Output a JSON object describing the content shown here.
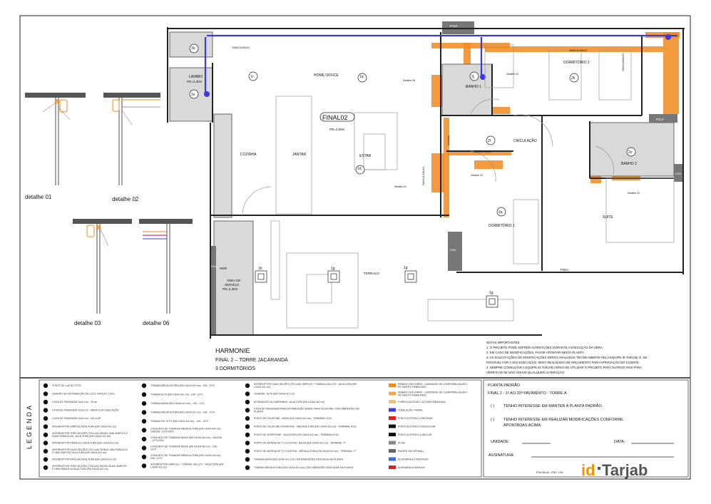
{
  "plan": {
    "rooms": {
      "lavabo": "LAVABO",
      "lavabo_pd": "PD=2,30m",
      "home_office": "HOME OFFICE",
      "cozinha": "COZINHA",
      "jantar": "JANTAR",
      "estar": "ESTAR",
      "final": "FINAL02",
      "final_pd": "PD=2,63m",
      "banho1": "BANHO 1",
      "banho2": "BANHO 2",
      "dorm2": "DORMITÓRIO 2",
      "dorm1": "DORMITÓRIO 1",
      "circulacao": "CIRCULAÇÃO",
      "suite": "SUÍTE",
      "msr": "MSR",
      "area_servico_1": "ÁREA DE",
      "area_servico_2": "SERVIÇO",
      "area_servico_pd": "PD=2,30m",
      "terraco": "TERRAÇO"
    },
    "sancas": {
      "s1": "SANCA25x20",
      "s2": "SANCA 50x20",
      "s3": "SANCA 10x10",
      "s4": "SANCA 10x10",
      "s5": "SANCA",
      "s6": "SANCA50x20"
    },
    "walls": {
      "p15a": "P15A",
      "p21a": "P21A",
      "p29a": "P29A",
      "p30a": "P30A",
      "p28a": "P28A",
      "p31a": "P31A"
    },
    "tags": {
      "t1b": "1b",
      "t1e": "1e",
      "t1r": "1r",
      "t1q": "1q",
      "t1d": "1d",
      "t2j": "2j",
      "t2k": "2k",
      "t2f": "2f",
      "t2o": "2o",
      "t2q": "2q",
      "t1h": "1h",
      "t1g_a": "1g",
      "t1g_b": "1g",
      "t1g_c": "1g"
    },
    "detail_refs": {
      "d06": "Detalhe 06",
      "d01": "Detalhe 01",
      "d02a": "Detalhe 02",
      "d02b": "Detalhe 02",
      "d02c": "Detalhe 02"
    },
    "title": {
      "name": "HARMONIE",
      "line2": "FINAL 2 – TORRE JACARANDÁ",
      "line3": "3 DORMITÓRIOS"
    }
  },
  "details": {
    "d01": "detalhe 01",
    "d02": "detalhe 02",
    "d03": "detalhe 03",
    "d06": "detalhe 06"
  },
  "notes": {
    "heading": "NOTAS IMPORTANTES:",
    "items": [
      "1. O PROJETO PODE SOFRER ALTERAÇÕES DURANTE A EXECUÇÃO DA OBRA.",
      "2. EM CASO DE MODIFICAÇÕES, FAVOR APONTAR NESTA PLANTA.",
      "3. AS SOLICITAÇÕES DE MODIFICAÇÕES SERÃO AVALIADAS TECNICAMENTE PELA EQUIPE ID TARJAB, E, SE",
      "POSSÍVEL FOR A SUA EXECUÇÃO, SERÁ REALIZADO UM ORÇAMENTO PARA APROVAÇÃO DO CLIENTE.",
      "4. SEMPRE CONSULTAR A EQUIPE ID TARJAB ANTES DE UTILIZAR O PROJETO PARA OUTROS FINS PARA",
      "VERIFICAR SE NÃO HOUVE QUALQUER ALTERAÇÃO."
    ]
  },
  "legend": {
    "title": "LEGENDA",
    "col1": [
      "PONTO DE LUZ NO TETO",
      "QUADRO DE DISTRIBUIÇÃO DE LUZ E FORÇA h 1,50m",
      "CAIXA DE PASSAGEM 10x10 cm - 30 cm",
      "CAIXA DE PASSAGEM 10x10 cm - ABAIXO DA TUBULAÇÃO",
      "CAIXA DE PASSAGEM 10x10 cm - NO LAJE",
      "INTERRUPTOR SIMPLES NA ALTURA (EM CAIXA 4x2 cm)",
      "INTERRUPTOR TRÊS SEÇÕES (TECLAS) SENDO UMA SIMPLES E DUAS PARALELAS - NA ALTURA (EM CAIXA 4x2 cm)",
      "INTERRUPTOR PARALELO NA ALTURA (EM CAIXA 4x2 cm)",
      "INTERRUPTOR DUAS SEÇÕES (TECLAS) SENDO UMA PARALELA E UMA SIMPLES NA ALTURA (EM CAIXA 4x2 cm)",
      "INTERRUPTOR BIPOLAR NA ALTURA (EM CAIXA 4x2 cm)",
      "INTERRUPTOR TRÊS SEÇÕES (TECLAS) SENDO DUAS SIMPLES E UMA PARALELA NA ALTURA (EM CAIXA 4x2 cm)"
    ],
    "col2": [
      "TOMADA MÉDIA ALTURA (EM CAIXA 4x2 cm) - 20A - 127V",
      "TOMADA ALTA (EM CAIXA 4x2 cm) - 10A - 127V",
      "TOMADA BAIXA (EM CAIXA 4x2 cm) - 10A - 127V",
      "TOMADA MÉDIA ALTURA (EM CAIXA 4x2 cm) - 10A - 127V",
      "TOMADA NO TETO (EM CAIXA 4x2 cm) - 10A - 127V",
      "CONJUNTO DE TOMADAS MÉDIA ALTURA (EM CAIXA 4x4 cm) - 10A/20A - 127V/220V",
      "CONJUNTO DE TOMADAS BAIXA (EM CAIXA 4x4 cm) - 10A/20A - 127V/220V",
      "CONJUNTO DE TOMADAS BAIXA (EM CAIXA 4x4 cm) - 10A - 127V",
      "CONJUNTO DE TOMADAS MÉDIA ALTURA (EM CAIXA 4x4 cm) - 20A - 127V",
      "INTERRUPTOR SIMPLES + TOMADA 10A 127V - NA ALTURA (EM CAIXA 4x2 cm)"
    ],
    "col3": [
      "INTERRUPTOR DUAS SEÇÕES (TECLAS) SIMPLES + TOMADA 10A 127V - NA ALTURA (EM CAIXA 4x2 cm)",
      "CIGARRA - ALTA (EM CAIXA 4x2 cm)",
      "ACIONADOR DA CAMPAINHA - NA ALTURA (EM CAIXA 4x2 cm)",
      "CAIXA DE PASSAGEM PARA DISTRIBUIÇÃO SERIAL PARA TELEFONE COM DIMENSÕES EM PLANTA",
      "PONTO DE TELEFONE - BAIXA (EM CAIXA 4x2 cm) - TERMINAL RJ11",
      "PONTO DE TELEFONE INTERFONE - MÉDIA ALTURA (EM CAIXA 4x2 cm) - TERMINAL RJ11",
      "PONTO DE INTERFONE - NA ALTURA (EM CAIXA 4x2 cm) - TERMINAL RJ11",
      "PONTO DE ANTENA DE TV COLETIVA - BAIXA (EM CAIXA 4x2 cm) - TERMINAL \"F\"",
      "PONTO DE ANTENA DE TV COLETIVA - MÉDIA ALTURA (EM CAIXA 4x2 cm) - TERMINAL \"F\"",
      "TOMADA BAIXA (EM CAIXA 4x2 cm) COM DIMENSÕES INDICADAS NA PLANTA",
      "TOMADA MÉDIA ALTURA (EM CAIXA 4x2 cm) COM DIMENSÕES INDICADAS NA PLANTA"
    ],
    "col4": [
      "REBAIXO EM FORRO - CANDIDATE DE COMPATIBILIZAÇÃO / PÉ-DIREITO REBAIXADO",
      "REBAIXO EM FORRO - CANDIDATE DE COMPATIBILIZAÇÃO / PÉ-DIREITO REBAIXADO",
      "FORRO AJUSTADO / ALTURA REBAIXADA",
      "TUBULAÇÃO / RAMAL",
      "PONTO ELÉTRICO A RETIRAR",
      "PONTO ELÉTRICO A DESLOCAR",
      "PONTO ELÉTRICO A INCLUIR",
      "PILAR",
      "PAREDE EM DRYWALL",
      "ALVENARIA A CONSTRUIR",
      "ALVENARIA A DEMOLIR"
    ]
  },
  "title_block": {
    "heading": "PLANTA PADRÃO",
    "subheading": "FINAL 2 - 1º AO 20º PAVIMENTO - TORRE A",
    "option1_box": "(    )",
    "option1": "TENHO INTERESSE EM MANTER A PLANTA PADRÃO.",
    "option2_box": "(    )",
    "option2_l1": "TENHO INTERESSE EM REALIZAR MODIFICAÇÕES CONFORME",
    "option2_l2": "APONTADAS ACIMA.",
    "unidade": "UNIDADE:",
    "data": "DATA:",
    "assinatura": "ASSINATURA:",
    "folha": "FOLHA A3 - ESC 1:50",
    "logo_id": "id",
    "logo_name": "Tarjab"
  },
  "colors": {
    "orange": "#f28a1e",
    "blue": "#3a3ae0",
    "logo_orange": "#f39200",
    "logo_gray": "#555555"
  }
}
